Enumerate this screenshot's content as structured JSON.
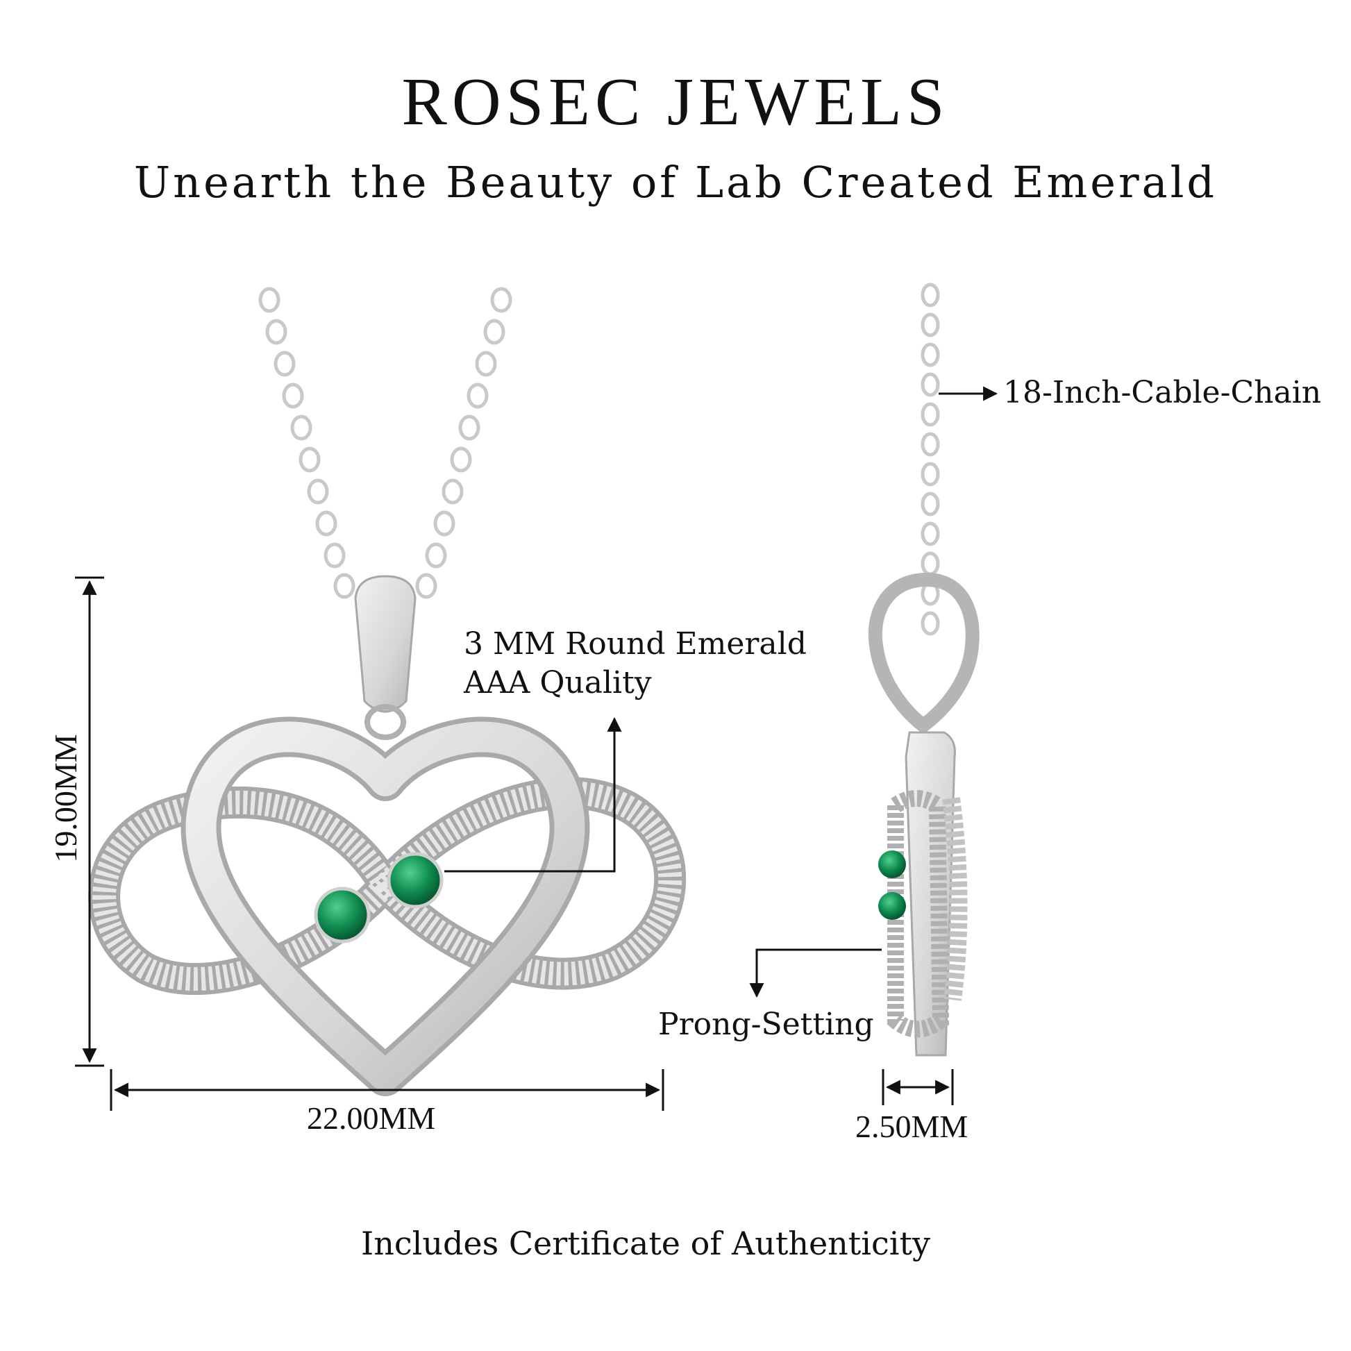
{
  "brand": "ROSEC JEWELS",
  "tagline": "Unearth the Beauty of Lab Created Emerald",
  "callouts": {
    "chain": "18-Inch-Cable-Chain",
    "stone_line1": "3 MM Round Emerald",
    "stone_line2": "AAA Quality",
    "setting": "Prong-Setting"
  },
  "dimensions": {
    "height": "19.00MM",
    "width": "22.00MM",
    "depth": "2.50MM"
  },
  "footer": "Includes Certificate of Authenticity",
  "colors": {
    "metal": "#d9d9d9",
    "metal_dark": "#a8a8a8",
    "emerald": "#0f8a4e",
    "text": "#111111"
  }
}
